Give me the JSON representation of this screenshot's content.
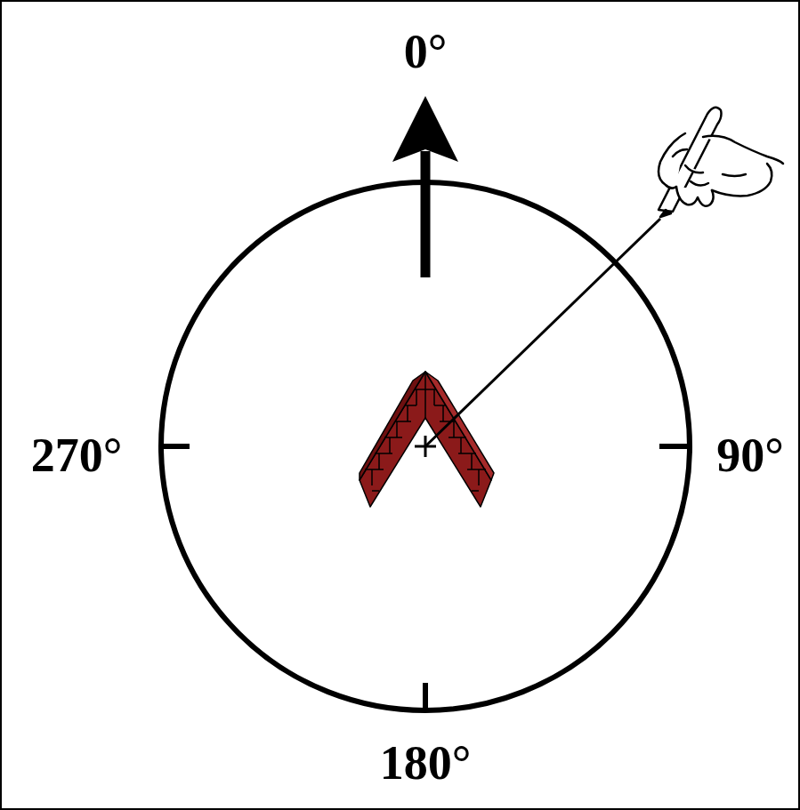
{
  "diagram": {
    "labels": [
      "0°",
      "90°",
      "180°",
      "270°"
    ]
  }
}
